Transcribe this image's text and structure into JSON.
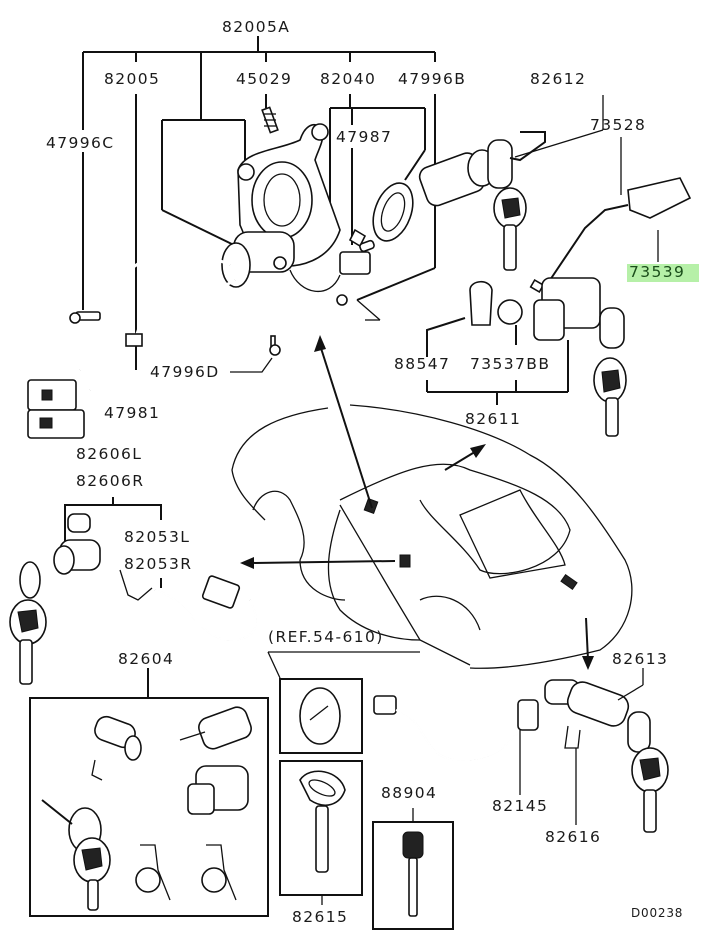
{
  "diagram": {
    "title": "Ignition switch & key lock cylinder parts diagram",
    "drawing_code": "D00238",
    "highlight_color": "#b6f0a8",
    "highlighted_part": "73539",
    "labels": {
      "l82005A": "82005A",
      "l82005": "82005",
      "l45029": "45029",
      "l82040": "82040",
      "l47996B": "47996B",
      "l47996C": "47996C",
      "l47987": "47987",
      "l82612": "82612",
      "l73528": "73528",
      "l73539": "73539",
      "l47996D": "47996D",
      "l47981": "47981",
      "l88547": "88547",
      "l73537BB": "73537BB",
      "l82611": "82611",
      "l82606L": "82606L",
      "l82606R": "82606R",
      "l82053L": "82053L",
      "l82053R": "82053R",
      "l82604": "82604",
      "ref": "(REF.54-610)",
      "l82613": "82613",
      "l88904": "88904",
      "l82145": "82145",
      "l82616": "82616",
      "l82615": "82615",
      "code": "D00238"
    },
    "icons": {
      "ignition_switch": "ignition-switch-assembly",
      "key_cylinder": "key-lock-cylinder",
      "door_lock": "door-lock-cylinder",
      "trunk_lock": "trunk-lock-cylinder",
      "glove_box_lock": "glove-box-lock",
      "key_blank": "key-blank",
      "car_body": "car-outline"
    }
  }
}
